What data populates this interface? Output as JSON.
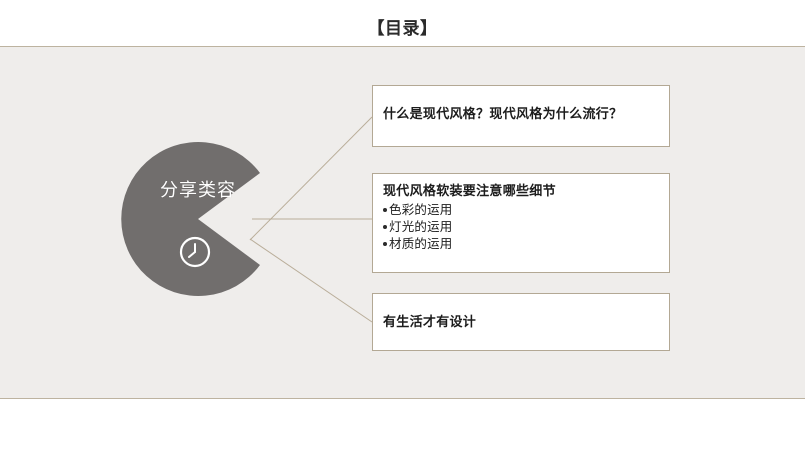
{
  "slide": {
    "title": "【目录】",
    "panel_bg": "#efedeb",
    "panel_border": "#bdb3a0"
  },
  "hub": {
    "label": "分享类容",
    "fill": "#716e6d",
    "text_color": "#ffffff",
    "icon": "clock-icon"
  },
  "connectors": {
    "color": "#b9ad99"
  },
  "nodes": [
    {
      "id": "node-1",
      "heading": "什么是现代风格？现代风格为什么流行？",
      "bullets": [],
      "border": "#b3a894",
      "fill": "#ffffff"
    },
    {
      "id": "node-2",
      "heading": "现代风格软装要注意哪些细节",
      "bullets": [
        "色彩的运用",
        "灯光的运用",
        "材质的运用"
      ],
      "border": "#b3a894",
      "fill": "#ffffff"
    },
    {
      "id": "node-3",
      "heading": "有生活才有设计",
      "bullets": [],
      "border": "#b3a894",
      "fill": "#ffffff"
    }
  ]
}
